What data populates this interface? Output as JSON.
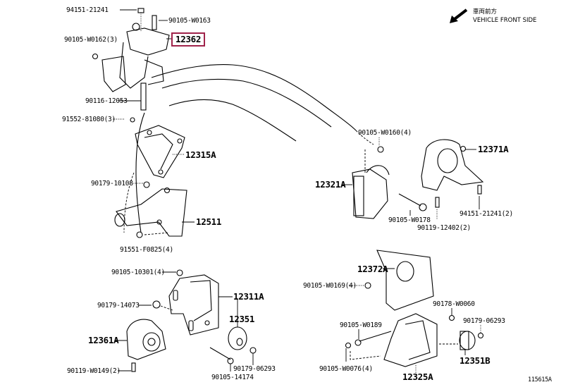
{
  "direction": {
    "japanese_text": "車両前方",
    "english_text": "VEHICLE FRONT SIDE",
    "icon": "arrow-down-left-icon"
  },
  "highlighted_part": "12362",
  "labels": {
    "p94151_21241": "94151-21241",
    "p90105_W0163": "90105-W0163",
    "p90105_W0162": "90105-W0162(3)",
    "p12362": "12362",
    "p90116_12053": "90116-12053",
    "p91552_81080": "91552-81080(3)",
    "p12315A": "12315A",
    "p90179_10108": "90179-10108",
    "p12511": "12511",
    "p91551_F0825": "91551-F0825(4)",
    "p90105_10301": "90105-10301(4)",
    "p12311A": "12311A",
    "p90179_14073": "90179-14073",
    "p12351": "12351",
    "p12361A": "12361A",
    "p90119_W0149": "90119-W0149(2)",
    "p90179_06293a": "90179-06293",
    "p90105_14174": "90105-14174",
    "p90105_W0160": "90105-W0160(4)",
    "p12371A": "12371A",
    "p12321A": "12321A",
    "p90105_W0178": "90105-W0178",
    "p90119_12402": "90119-12402(2)",
    "p94151_21241b": "94151-21241(2)",
    "p12372A": "12372A",
    "p90105_W0169": "90105-W0169(4)",
    "p90178_W0060": "90178-W0060",
    "p90105_W0189": "90105-W0189",
    "p90179_06293b": "90179-06293",
    "p90105_W0076": "90105-W0076(4)",
    "p12351B": "12351B",
    "p12325A": "12325A"
  },
  "diagram_id": "115615A"
}
